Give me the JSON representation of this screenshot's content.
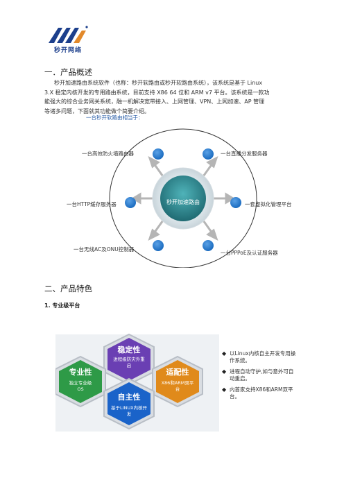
{
  "logo": {
    "text": "秒开网络"
  },
  "section1": {
    "title": "一．产品概述",
    "paragraph_lines": [
      "秒开加速路由系统软件（也称：秒开软路由或秒开软路由系统），该系统是基于 Linux",
      "3.X 稳定内核开发的专用路由系统，目前支持 X86 64 位和 ARM v7 平台。该系统是一款功",
      "能强大的综合业务网关系统，融一机解决宽带接入、上网管理、VPN、上网加速、AP 管理",
      "等诸多问题，下面就其功能做个简要介绍。"
    ]
  },
  "diagram": {
    "title": "一台秒开软路由相当于：",
    "center": "秒开加速路由",
    "nodes": [
      "一台高效防火墙路由器",
      "一台直播分发服务器",
      "一台HTTP缓存服务器",
      "一套虚拟化管理平台",
      "一台无线AC及ONU控制器",
      "一台PPPoE及认证服务器"
    ],
    "colors": {
      "node": "#1f6fc2",
      "center": "#2a7f86",
      "ring": "#333333",
      "arrow": "#aaaaaa"
    }
  },
  "section2": {
    "title": "二、产品特色",
    "subhead": "1.  专业级平台"
  },
  "features": {
    "hexes": [
      {
        "title": "稳定性",
        "sub": "进程级防灾外重\n启",
        "color": "#6a3fb3"
      },
      {
        "title": "专业性",
        "sub": "独立专业级\nOS",
        "color": "#2e9a47"
      },
      {
        "title": "适配性",
        "sub": "X86和ARM双平\n台",
        "color": "#e08a1b"
      },
      {
        "title": "自主性",
        "sub": "基于LINUX内核开\n发",
        "color": "#1a63c9"
      }
    ],
    "bullets": [
      "以Linux内核自主开发专用操作系统。",
      "进程自动守护,如与意外可自动重启。",
      "内首家支持X86和ARM双平台。"
    ]
  }
}
